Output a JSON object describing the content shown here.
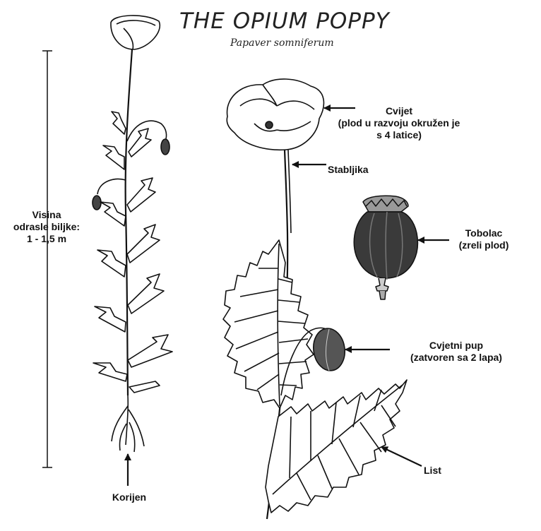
{
  "title": "THE OPIUM POPPY",
  "subtitle": "Papaver somniferum",
  "labels": {
    "height_line1": "Visina",
    "height_line2": "odrasle biljke:",
    "height_line3": "1 - 1,5 m",
    "flower_line1": "Cvijet",
    "flower_line2": "(plod u razvoju okružen je",
    "flower_line3": "s 4 latice)",
    "stem": "Stabljika",
    "capsule_line1": "Tobolac",
    "capsule_line2": "(zreli plod)",
    "bud_line1": "Cvjetni pup",
    "bud_line2": "(zatvoren sa 2 lapa)",
    "leaf": "List",
    "root": "Korijen"
  }
}
